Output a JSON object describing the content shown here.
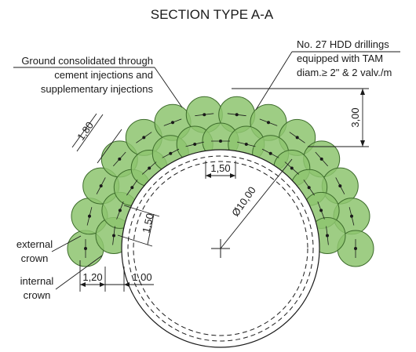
{
  "title": "SECTION TYPE A-A",
  "labels": {
    "consolidated": [
      "Ground consolidated through",
      "cement injections and",
      "supplementary injections"
    ],
    "drillings": [
      "No. 27 HDD drillings",
      "equipped with TAM",
      "diam.≥ 2\" & 2 valv./m"
    ],
    "external_crown": [
      "external",
      "crown"
    ],
    "internal_crown": [
      "internal",
      "crown"
    ]
  },
  "dimensions": {
    "height_3_00": "3,00",
    "pitch_1_80": "1,80",
    "spacing_1_50_top": "1,50",
    "spacing_1_50_side": "1,50",
    "diameter": "Ø10,00",
    "offset_1_20": "1,20",
    "offset_1_00": "1,00"
  },
  "drillings": {
    "count": 27
  },
  "colors": {
    "circle_fill": "#8dc46f",
    "circle_stroke": "#3c6b2a",
    "line": "#1a1a1a"
  }
}
